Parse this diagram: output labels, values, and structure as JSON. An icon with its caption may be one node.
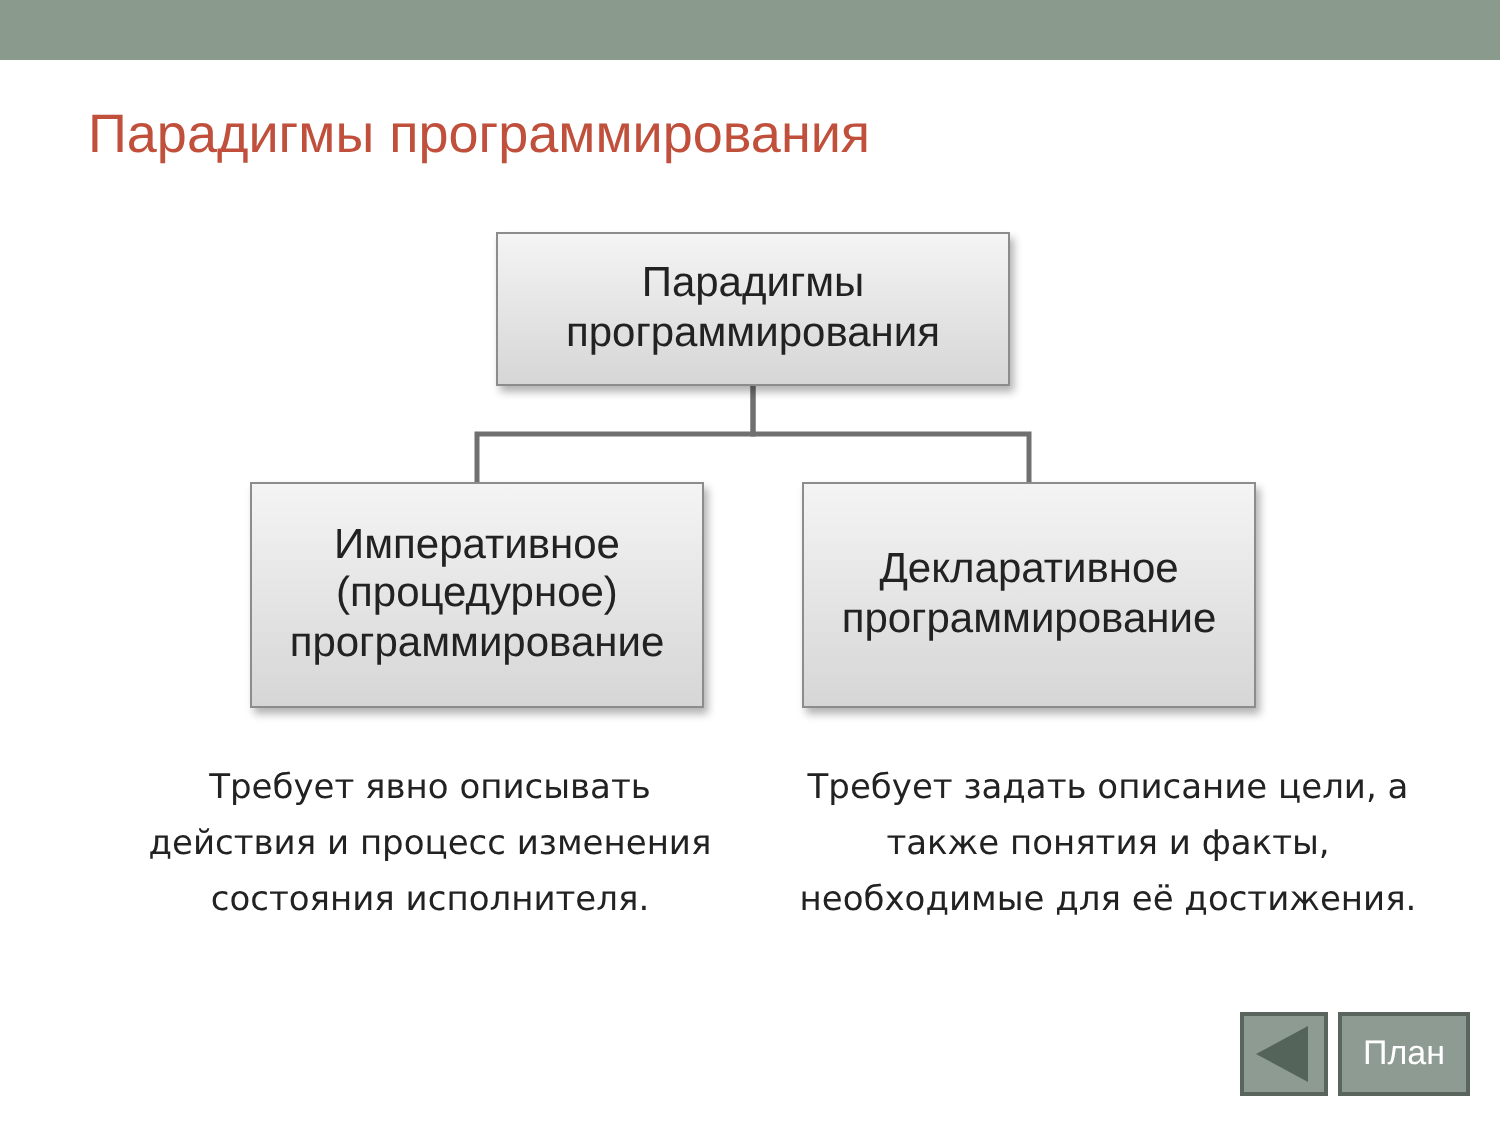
{
  "diagram": {
    "title": "Парадигмы программирования",
    "nodes": [
      {
        "text": [
          "Парадигмы программирования"
        ]
      },
      {
        "text": [
          "Императивное (процедурное) программирование"
        ]
      },
      {
        "text": [
          "Декларативное программирование"
        ]
      }
    ],
    "edges": [
      {
        "from": 0,
        "to": 1,
        "arrow": "none"
      },
      {
        "from": 0,
        "to": 2,
        "arrow": "none"
      }
    ],
    "labels": [
      "Требует явно описывать действия и процесс изменения состояния исполнителя.",
      "Требует задать описание цели, а также понятия и факты, необходимые для её достижения.",
      "План"
    ]
  }
}
